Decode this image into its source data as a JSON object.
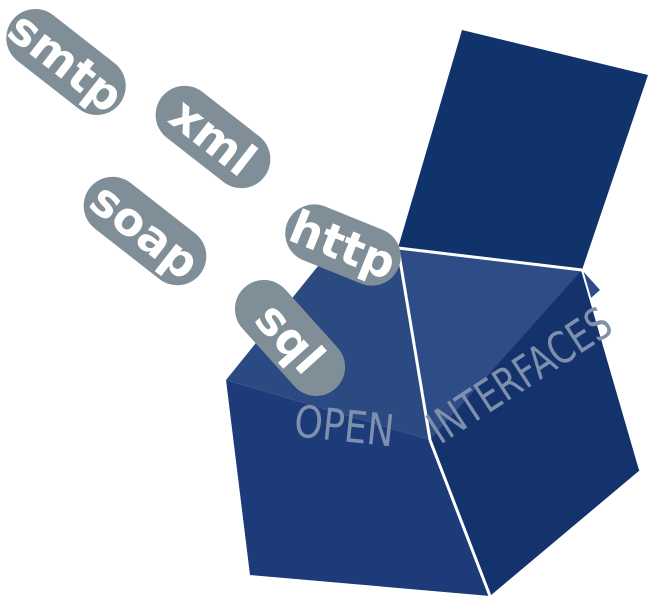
{
  "protocols": [
    {
      "label": "smtp"
    },
    {
      "label": "xml"
    },
    {
      "label": "soap"
    },
    {
      "label": "http"
    },
    {
      "label": "sql"
    }
  ],
  "box": {
    "front_label": "OPEN",
    "side_label": "INTERFACES"
  },
  "colors": {
    "box_front": "#1c3b78",
    "box_side": "#14326b",
    "box_inner_left": "#2c4a82",
    "box_inner_right": "#2e4d86",
    "box_lid": "#11336c",
    "pill_fill": "#7f8e97",
    "pill_text": "#ffffff",
    "box_text": "#7f8fae"
  }
}
